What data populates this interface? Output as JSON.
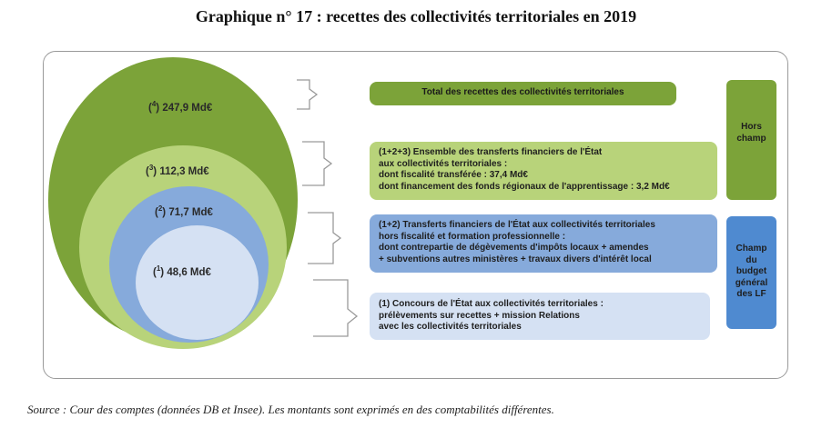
{
  "title": "Graphique n° 17 : recettes des collectivités territoriales en 2019",
  "circles": [
    {
      "index": "4",
      "amount": "247,9 Md€"
    },
    {
      "index": "3",
      "amount": "112,3 Md€"
    },
    {
      "index": "2",
      "amount": "71,7 Md€"
    },
    {
      "index": "1",
      "amount": "48,6 Md€"
    }
  ],
  "boxes": {
    "total": "Total des recettes des collectivités territoriales",
    "transfers_all": [
      "(1+2+3) Ensemble des transferts financiers de l'État",
      "aux collectivités territoriales :",
      "dont fiscalité transférée : 37,4 Md€",
      "dont financement des fonds régionaux de l'apprentissage : 3,2 Md€"
    ],
    "transfers_12": [
      "(1+2) Transferts financiers de l'État aux collectivités territoriales",
      "hors fiscalité et formation professionnelle :",
      "dont contrepartie de dégèvements d'impôts locaux + amendes",
      "+ subventions autres ministères + travaux divers d'intérêt local"
    ],
    "concours_1": [
      "(1) Concours de l'État aux collectivités territoriales :",
      "prélèvements sur recettes + mission Relations",
      "avec les collectivités territoriales"
    ]
  },
  "side_labels": {
    "hors_champ": [
      "Hors",
      "champ"
    ],
    "champ_budget": [
      "Champ",
      "du",
      "budget",
      "général",
      "des LF"
    ]
  },
  "source": "Source : Cour des comptes (données DB et Insee). Les montants sont exprimés en des comptabilités différentes.",
  "colors": {
    "dark_green": "#7ca339",
    "light_green": "#b8d37a",
    "mid_blue": "#86aadb",
    "light_blue": "#d5e1f3",
    "strong_blue": "#4f8ad0"
  }
}
